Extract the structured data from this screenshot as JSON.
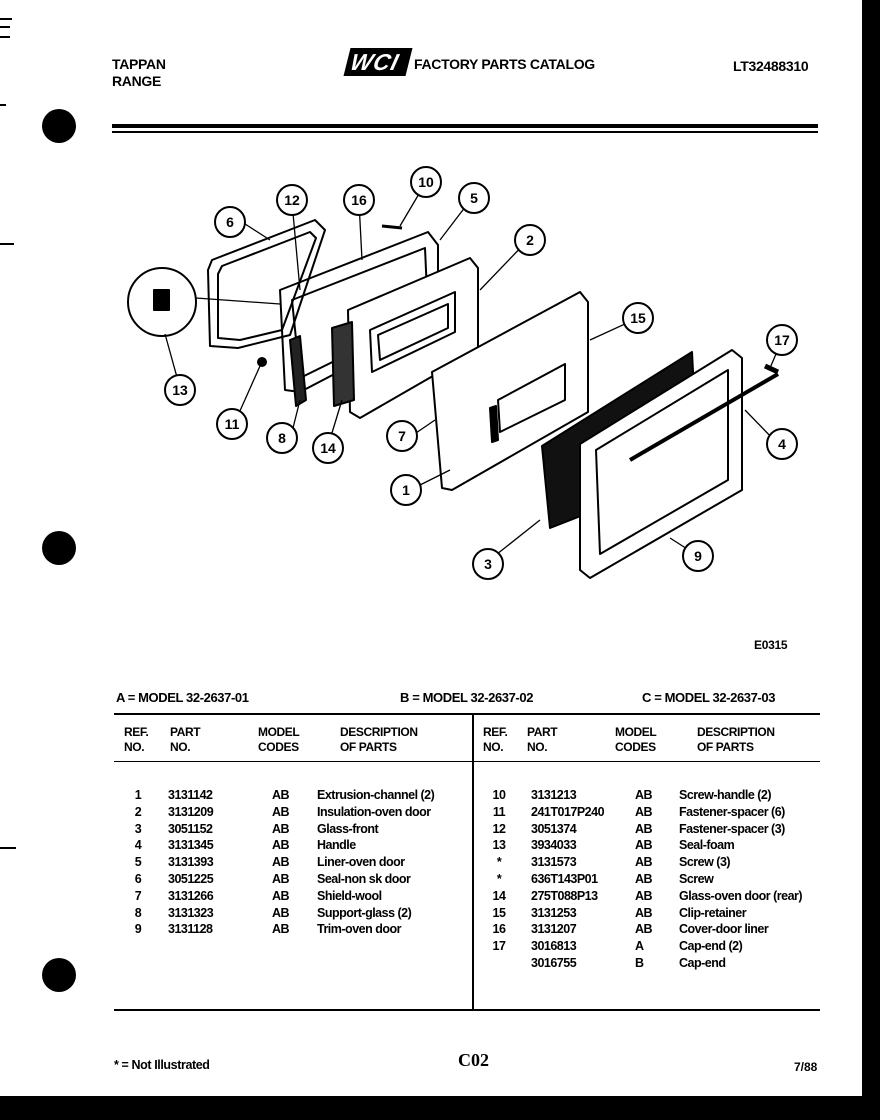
{
  "header": {
    "brand_line1": "TAPPAN",
    "brand_line2": "RANGE",
    "logo_text": "WCI",
    "catalog_title": "FACTORY PARTS CATALOG",
    "catalog_number": "LT32488310"
  },
  "diagram": {
    "figure_code": "E0315",
    "callouts": [
      "1",
      "2",
      "3",
      "4",
      "5",
      "6",
      "7",
      "8",
      "9",
      "10",
      "11",
      "12",
      "13",
      "14",
      "15",
      "16",
      "17"
    ]
  },
  "models": {
    "a": "A = MODEL 32-2637-01",
    "b": "B = MODEL 32-2637-02",
    "c": "C = MODEL 32-2637-03"
  },
  "table": {
    "headers": {
      "ref1": "REF.",
      "ref2": "NO.",
      "part1": "PART",
      "part2": "NO.",
      "model1": "MODEL",
      "model2": "CODES",
      "desc1": "DESCRIPTION",
      "desc2": "OF PARTS"
    },
    "left_rows": [
      {
        "ref": "1",
        "part": "3131142",
        "code": "AB",
        "desc": "Extrusion-channel (2)"
      },
      {
        "ref": "2",
        "part": "3131209",
        "code": "AB",
        "desc": "Insulation-oven door"
      },
      {
        "ref": "3",
        "part": "3051152",
        "code": "AB",
        "desc": "Glass-front"
      },
      {
        "ref": "4",
        "part": "3131345",
        "code": "AB",
        "desc": "Handle"
      },
      {
        "ref": "5",
        "part": "3131393",
        "code": "AB",
        "desc": "Liner-oven door"
      },
      {
        "ref": "6",
        "part": "3051225",
        "code": "AB",
        "desc": "Seal-non sk door"
      },
      {
        "ref": "7",
        "part": "3131266",
        "code": "AB",
        "desc": "Shield-wool"
      },
      {
        "ref": "8",
        "part": "3131323",
        "code": "AB",
        "desc": "Support-glass (2)"
      },
      {
        "ref": "9",
        "part": "3131128",
        "code": "AB",
        "desc": "Trim-oven door"
      }
    ],
    "right_rows": [
      {
        "ref": "10",
        "part": "3131213",
        "code": "AB",
        "desc": "Screw-handle (2)"
      },
      {
        "ref": "11",
        "part": "241T017P240",
        "code": "AB",
        "desc": "Fastener-spacer (6)"
      },
      {
        "ref": "12",
        "part": "3051374",
        "code": "AB",
        "desc": "Fastener-spacer (3)"
      },
      {
        "ref": "13",
        "part": "3934033",
        "code": "AB",
        "desc": "Seal-foam"
      },
      {
        "ref": "*",
        "part": "3131573",
        "code": "AB",
        "desc": "Screw (3)"
      },
      {
        "ref": "*",
        "part": "636T143P01",
        "code": "AB",
        "desc": "Screw"
      },
      {
        "ref": "14",
        "part": "275T088P13",
        "code": "AB",
        "desc": "Glass-oven door (rear)"
      },
      {
        "ref": "15",
        "part": "3131253",
        "code": "AB",
        "desc": "Clip-retainer"
      },
      {
        "ref": "16",
        "part": "3131207",
        "code": "AB",
        "desc": "Cover-door liner"
      },
      {
        "ref": "17",
        "part": "3016813",
        "code": "A",
        "desc": "Cap-end (2)"
      },
      {
        "ref": "",
        "part": "3016755",
        "code": "B",
        "desc": "Cap-end"
      }
    ]
  },
  "footer": {
    "note": "* = Not Illustrated",
    "page_code": "C02",
    "date": "7/88"
  }
}
